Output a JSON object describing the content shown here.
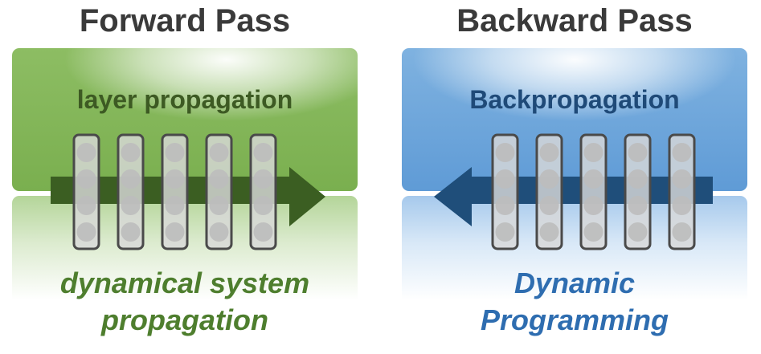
{
  "forward": {
    "title": "Forward Pass",
    "box_label": "layer propagation",
    "bottom_label_line1": "dynamical system",
    "bottom_label_line2": "propagation",
    "arrow_color": "#3b5e22",
    "accent_color": "#7aaf4f"
  },
  "backward": {
    "title": "Backward Pass",
    "box_label": "Backpropagation",
    "bottom_label_line1": "Dynamic",
    "bottom_label_line2": "Programming",
    "arrow_color": "#1f4e7a",
    "accent_color": "#5f9bd6"
  },
  "network": {
    "layer_count": 5,
    "nodes_per_layer": 4,
    "layer_fill": "#d8d8d8",
    "layer_stroke": "#4a4a4a",
    "node_fill": "#bdbdbd"
  }
}
